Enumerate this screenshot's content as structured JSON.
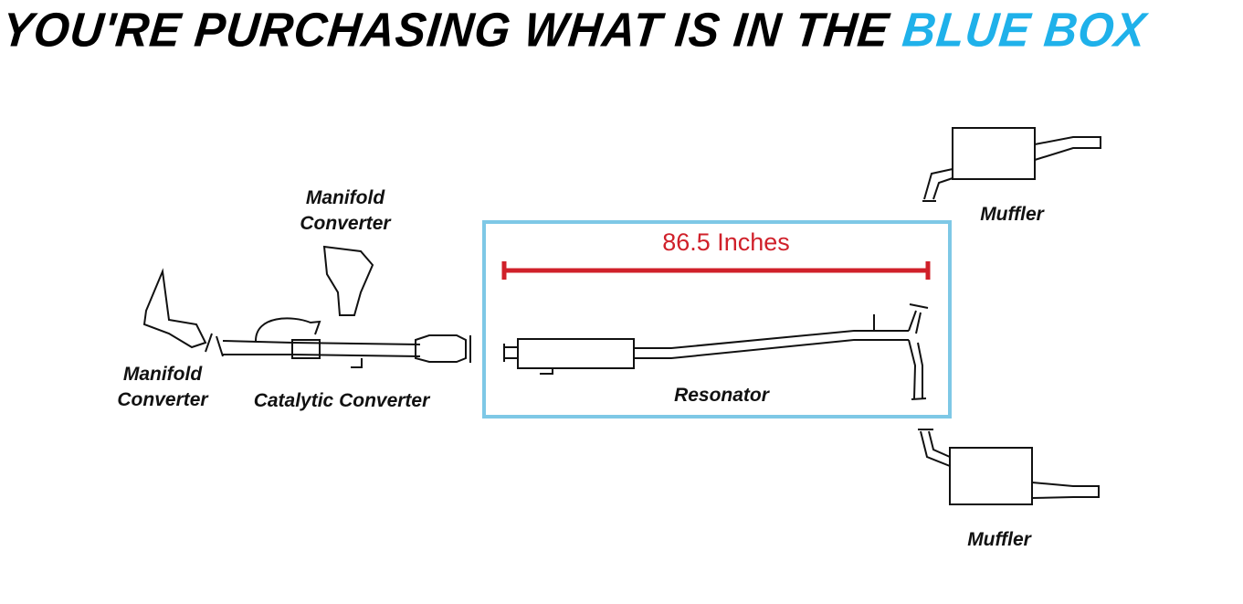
{
  "headline": {
    "prefix": "YOU'RE PURCHASING WHAT IS IN THE ",
    "highlight": "BLUE BOX"
  },
  "labels": {
    "manifold_converter_top": [
      "Manifold",
      "Converter"
    ],
    "manifold_converter_left": [
      "Manifold",
      "Converter"
    ],
    "catalytic_converter": "Catalytic Converter",
    "resonator": "Resonator",
    "muffler_top": "Muffler",
    "muffler_bottom": "Muffler"
  },
  "measurement": "86.5 Inches",
  "colors": {
    "box": "#7ec8e6",
    "measure": "#d0202a",
    "highlight": "#1fb1ea"
  }
}
